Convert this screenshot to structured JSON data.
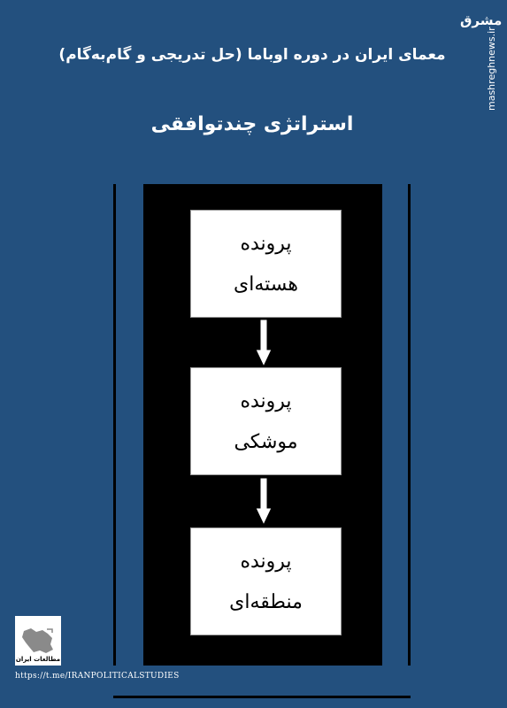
{
  "header": {
    "title": "معمای ایران در دوره اوباما (حل تدریجی و گام‌به‌گام)",
    "subtitle": "استراتژی چندتوافقی"
  },
  "watermark": {
    "logo_text": "مشرق",
    "url": "mashreghnews.ir"
  },
  "diagram": {
    "boxes": [
      {
        "line1": "پرونده",
        "line2": "هسته‌ای"
      },
      {
        "line1": "پرونده",
        "line2": "موشکی"
      },
      {
        "line1": "پرونده",
        "line2": "منطقه‌ای"
      }
    ]
  },
  "footer": {
    "logo_caption": "مطالعات ایران",
    "url": "https://t.me/IRANPOLITICALSTUDIES"
  },
  "colors": {
    "background": "#23507e",
    "panel": "#000000",
    "box": "#ffffff"
  }
}
